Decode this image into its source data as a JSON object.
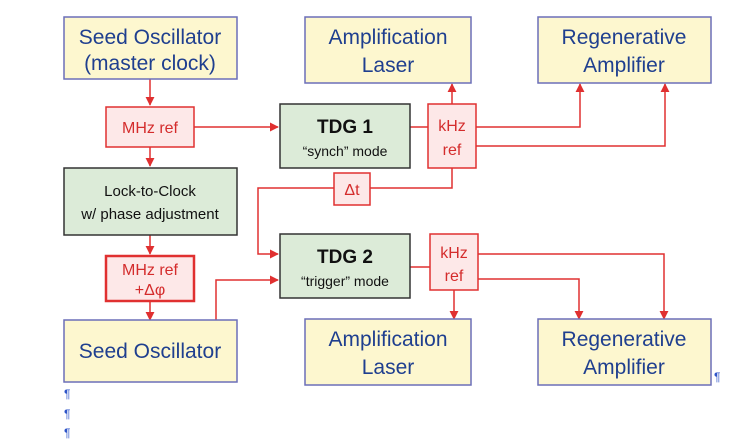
{
  "colors": {
    "signal": "#e03030",
    "yellow_box_fill": "#fdf7cf",
    "yellow_box_border": "#6b6fb8",
    "green_box_fill": "#dcebd8",
    "green_box_border": "#333333",
    "ref_box_fill": "#fde8e8",
    "ref_box_border": "#e03030",
    "blue_text": "#1f3f8f",
    "pilcrow": "#2f55c8"
  },
  "boxes": {
    "seed_oscillator_top": {
      "line1": "Seed Oscillator",
      "line2": "(master clock)"
    },
    "amplification_laser_top": {
      "line1": "Amplification",
      "line2": "Laser"
    },
    "regenerative_amplifier_top": {
      "line1": "Regenerative",
      "line2": "Amplifier"
    },
    "mhz_ref_top": {
      "label": "MHz ref"
    },
    "tdg1": {
      "title": "TDG 1",
      "mode": "“synch” mode"
    },
    "khz_ref_top": {
      "line1": "kHz",
      "line2": "ref"
    },
    "lock_to_clock": {
      "line1": "Lock-to-Clock",
      "line2": "w/ phase adjustment"
    },
    "delta_t": {
      "label": "Δt"
    },
    "tdg2": {
      "title": "TDG 2",
      "mode": "“trigger” mode"
    },
    "khz_ref_bottom": {
      "line1": "kHz",
      "line2": "ref"
    },
    "mhz_ref_phase": {
      "line1": "MHz ref",
      "line2": "+Δφ"
    },
    "seed_oscillator_bottom": {
      "line1": "Seed Oscillator"
    },
    "amplification_laser_bottom": {
      "line1": "Amplification",
      "line2": "Laser"
    },
    "regenerative_amplifier_bottom": {
      "line1": "Regenerative",
      "line2": "Amplifier"
    }
  },
  "pilcrow_marks": [
    "¶",
    "¶",
    "¶",
    "¶"
  ]
}
